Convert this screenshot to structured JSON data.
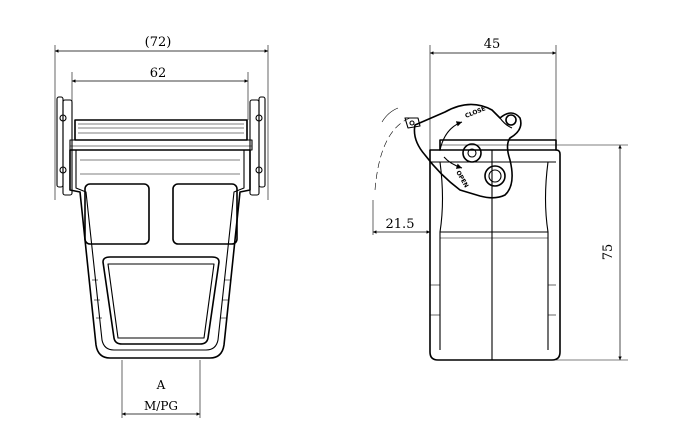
{
  "front_view": {
    "overall_width_label": "(72)",
    "inner_width_label": "62",
    "entry_label_a": "A",
    "entry_label_thread": "M/PG"
  },
  "side_view": {
    "width_label": "45",
    "offset_label": "21.5",
    "height_label": "75",
    "lever_close_label": "CLOSE",
    "lever_open_label": "OPEN"
  }
}
